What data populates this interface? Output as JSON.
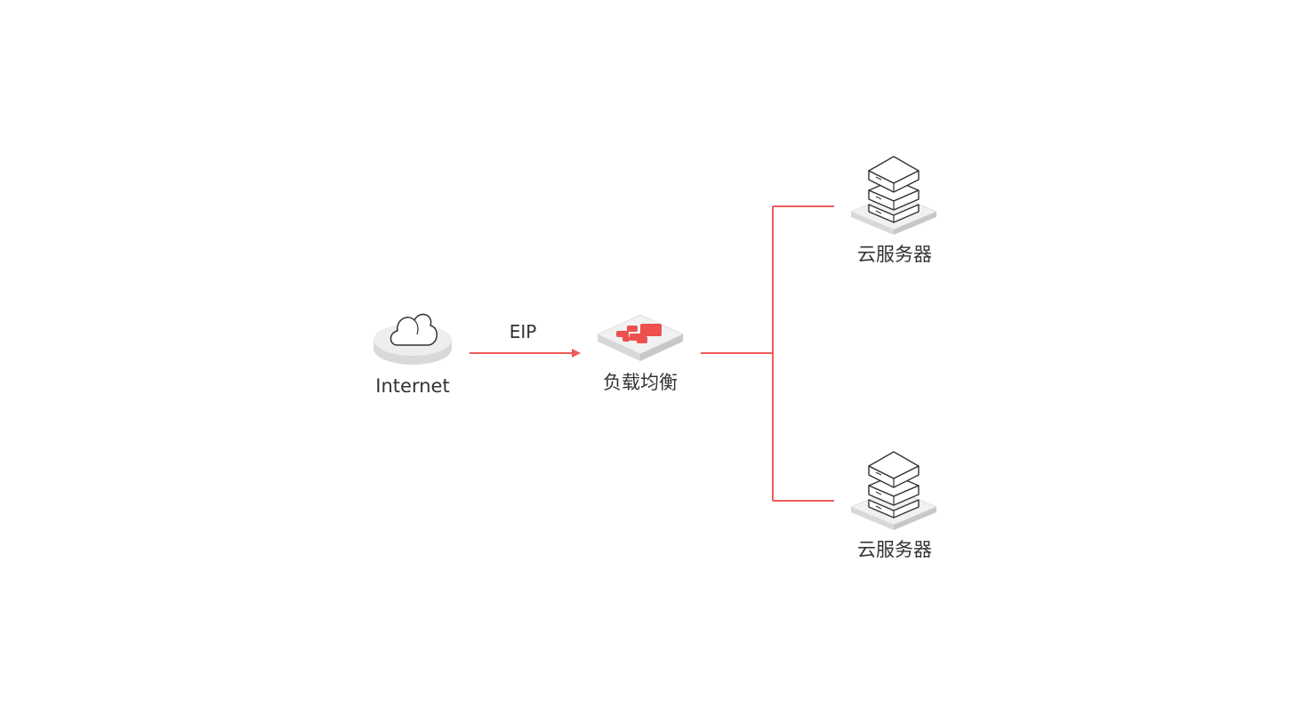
{
  "nodes": {
    "internet": {
      "label": "Internet",
      "icon": "cloud-icon"
    },
    "load_balancer": {
      "label": "负载均衡",
      "icon": "load-balancer-icon"
    },
    "server_1": {
      "label": "云服务器",
      "icon": "server-stack-icon"
    },
    "server_2": {
      "label": "云服务器",
      "icon": "server-stack-icon"
    }
  },
  "edges": {
    "internet_to_lb": {
      "label": "EIP",
      "from": "internet",
      "to": "load_balancer",
      "directed": true
    },
    "lb_to_servers": {
      "from": "load_balancer",
      "to": [
        "server_1",
        "server_2"
      ],
      "directed": false
    }
  },
  "colors": {
    "connector": "#f05a5a",
    "accent": "#ee4f4f",
    "icon_outline": "#333333",
    "platform_top": "#eeeeee",
    "platform_side": "#d6d6d6",
    "text": "#333333"
  }
}
